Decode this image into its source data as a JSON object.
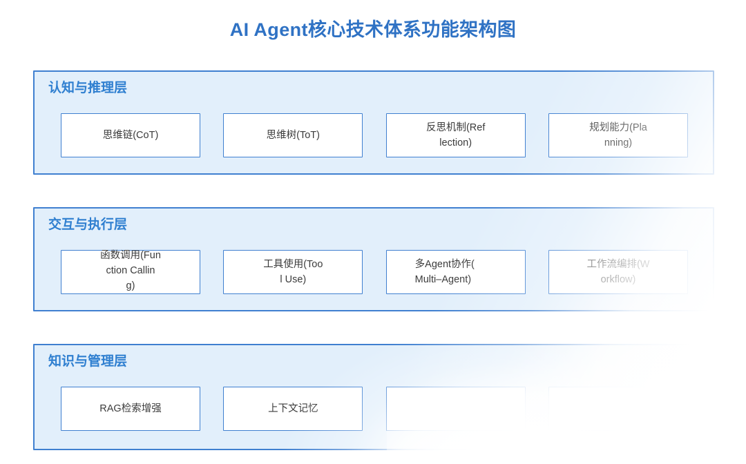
{
  "page": {
    "title": "AI Agent核心技术体系功能架构图",
    "background_color": "#ffffff",
    "accent_color": "#2f72c4",
    "layer_fill_color": "#e2effb",
    "layer_border_color": "#3f7fd0",
    "card_fill_color": "#ffffff",
    "card_text_color": "#3b3b3b"
  },
  "layers": [
    {
      "title": "认知与推理层",
      "cards": [
        {
          "label": "思维链(CoT)",
          "lines": [
            "思维链(CoT)"
          ],
          "align": "center",
          "overflow": false,
          "blank": false
        },
        {
          "label": "思维树(ToT)",
          "lines": [
            "思维树(ToT)"
          ],
          "align": "center",
          "overflow": false,
          "blank": false
        },
        {
          "label": "反思机制(Reflection)",
          "lines": [
            "反思机制(Ref",
            "lection)"
          ],
          "align": "center",
          "overflow": false,
          "blank": false
        },
        {
          "label": "规划能力(Planning)",
          "lines": [
            "规划能力(Pla",
            "nning)"
          ],
          "align": "center",
          "overflow": false,
          "blank": false
        }
      ]
    },
    {
      "title": "交互与执行层",
      "cards": [
        {
          "label": "函数调用(Function Calling)",
          "lines": [
            "函数调用(Fun",
            "ction Callin",
            "g)"
          ],
          "align": "center",
          "overflow": true,
          "blank": false
        },
        {
          "label": "工具使用(Tool Use)",
          "lines": [
            "工具使用(Too",
            "l Use)"
          ],
          "align": "center",
          "overflow": false,
          "blank": false
        },
        {
          "label": "多Agent协作(Multi-Agent)",
          "lines": [
            "多Agent协作(",
            "Multi–Agent)"
          ],
          "align": "left",
          "overflow": false,
          "blank": false
        },
        {
          "label": "工作流编排(Workflow)",
          "lines": [
            "工作流编排(W",
            "orkflow)"
          ],
          "align": "center",
          "overflow": false,
          "blank": false
        }
      ]
    },
    {
      "title": "知识与管理层",
      "cards": [
        {
          "label": "RAG检索增强",
          "lines": [
            "RAG检索增强"
          ],
          "align": "center",
          "overflow": false,
          "blank": false
        },
        {
          "label": "上下文记忆",
          "lines": [
            "上下文记忆"
          ],
          "align": "center",
          "overflow": false,
          "blank": false
        },
        {
          "label": "",
          "lines": [
            ""
          ],
          "align": "center",
          "overflow": false,
          "blank": true
        },
        {
          "label": "",
          "lines": [
            ""
          ],
          "align": "center",
          "overflow": false,
          "blank": true
        }
      ]
    }
  ]
}
